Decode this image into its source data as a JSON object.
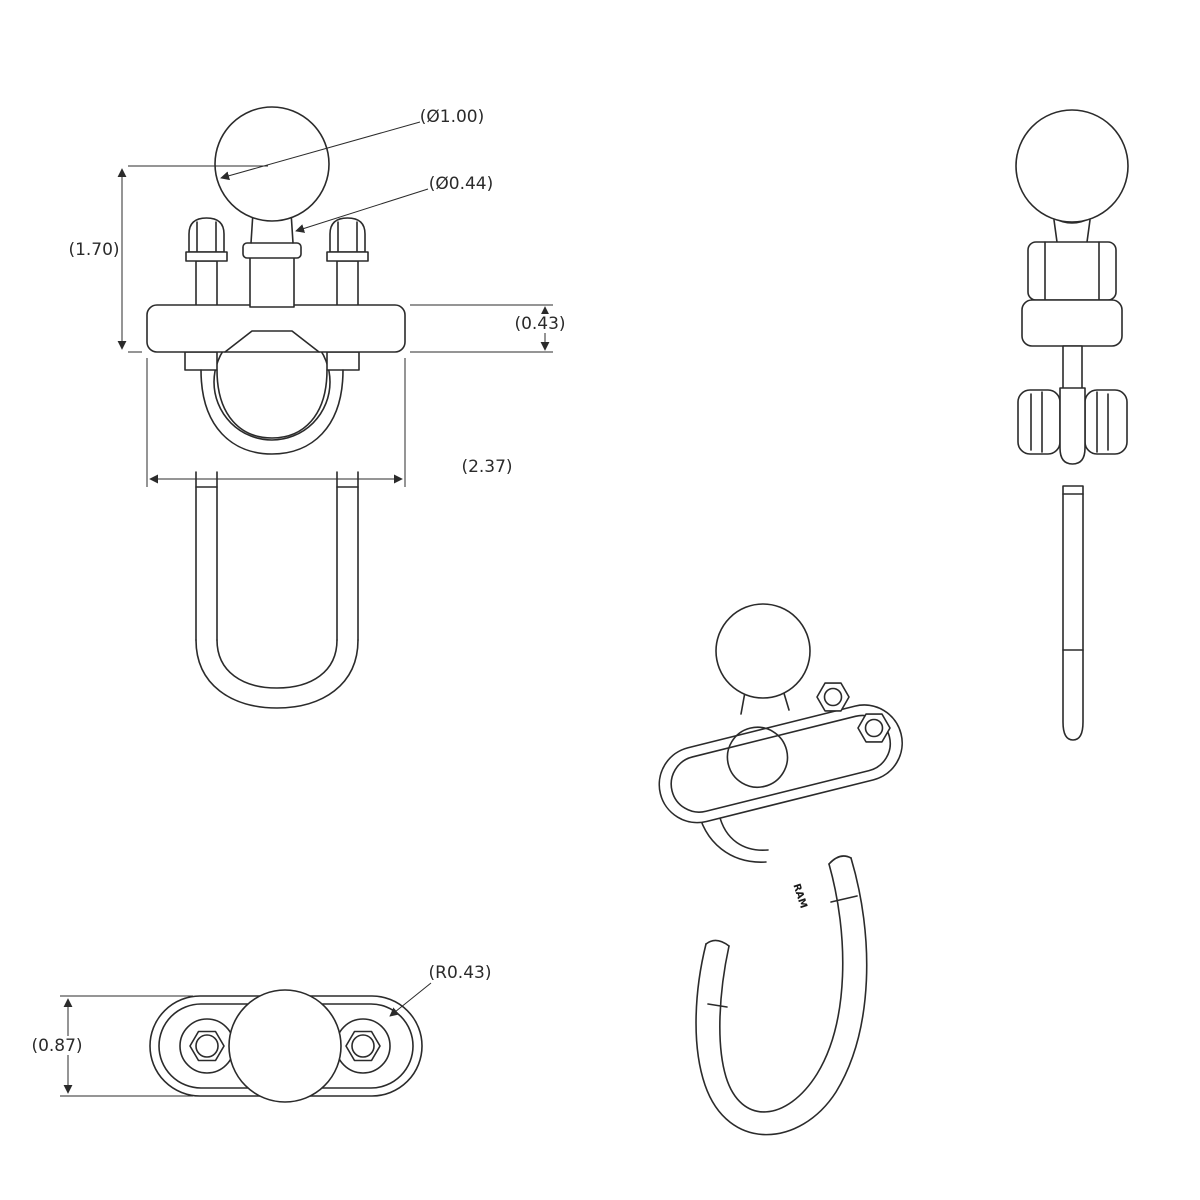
{
  "colors": {
    "background": "#ffffff",
    "line": "#2b2b2b"
  },
  "labels": {
    "ball_diameter": "(Ø1.00)",
    "post_diameter": "(Ø0.44)",
    "height": "(1.70)",
    "base_thickness": "(0.43)",
    "base_width": "(2.37)",
    "corner_radius": "(R0.43)",
    "base_depth": "(0.87)",
    "engraving": "RAM"
  }
}
